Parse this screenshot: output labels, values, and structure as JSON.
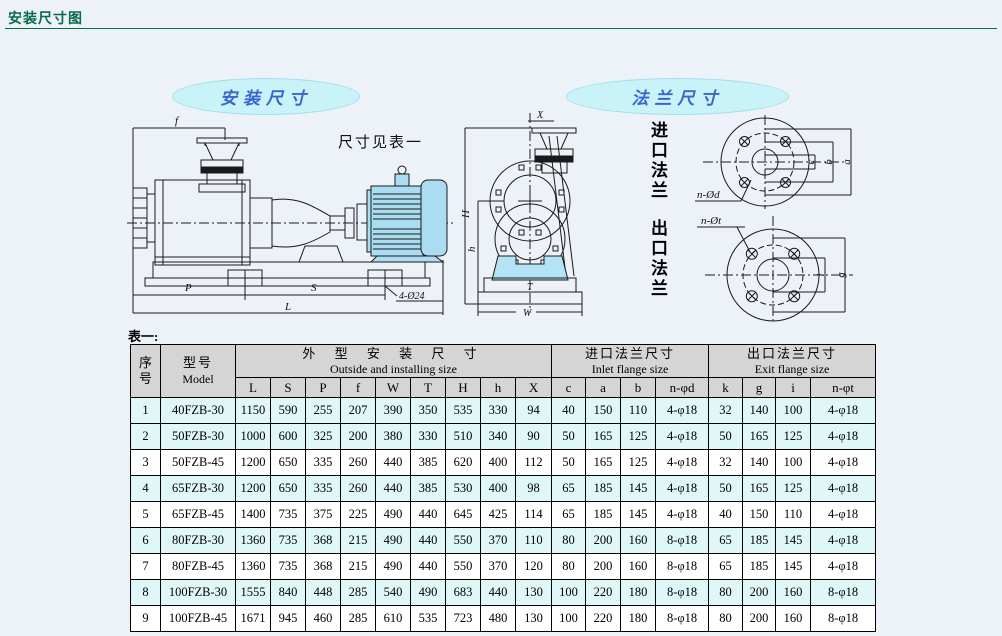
{
  "page": {
    "title": "安装尺寸图"
  },
  "colors": {
    "accent_green": "#0a6b4a",
    "page_bg": "#edf1f8",
    "oval_fill": "#c9f3f9",
    "oval_text_blue": "#3a66cc",
    "row_shade_cyan": "#dff8f7",
    "header_gray": "#d5d5d5",
    "motor_blue": "#aadcf2"
  },
  "ovals": {
    "installation": "安装尺寸",
    "flange": "法兰尺寸"
  },
  "drawings": {
    "note": "尺寸见表一",
    "side_view": {
      "dim_f": "f",
      "dim_P": "P",
      "dim_S": "S",
      "dim_L": "L",
      "bolt_holes": "4-Ø24"
    },
    "front_view": {
      "dim_X": "X",
      "dim_H": "H",
      "dim_h": "h",
      "dim_T": "T",
      "dim_W": "W"
    },
    "inlet_flange_vertical_label": "进口法兰",
    "outlet_flange_vertical_label": "出口法兰",
    "inlet_flange": {
      "bolt_label": "n-Ød",
      "dim_inner": "c",
      "dim_mid": "b",
      "dim_outer": "a"
    },
    "outlet_flange": {
      "bolt_label": "n-Øt",
      "dim_inner": "i",
      "dim_outer": "g"
    }
  },
  "table": {
    "caption": "表一:",
    "header": {
      "no_line1": "序",
      "no_line2": "号",
      "model_zh": "型号",
      "model_en": "Model",
      "outside_zh": "外 型 安 装 尺 寸",
      "outside_en": "Outside and installing size",
      "inlet_zh": "进口法兰尺寸",
      "inlet_en": "Inlet flange size",
      "exit_zh": "出口法兰尺寸",
      "exit_en": "Exit flange size",
      "outside_cols": [
        "L",
        "S",
        "P",
        "f",
        "W",
        "T",
        "H",
        "h",
        "X"
      ],
      "inlet_cols": [
        "c",
        "a",
        "b",
        "n-φd"
      ],
      "exit_cols": [
        "k",
        "g",
        "i",
        "n-φt"
      ]
    },
    "rows": [
      {
        "no": "1",
        "model": "40FZB-30",
        "shade": true,
        "vals": [
          "1150",
          "590",
          "255",
          "207",
          "390",
          "350",
          "535",
          "330",
          "94",
          "40",
          "150",
          "110",
          "4-φ18",
          "32",
          "140",
          "100",
          "4-φ18"
        ]
      },
      {
        "no": "2",
        "model": "50FZB-30",
        "shade": true,
        "vals": [
          "1000",
          "600",
          "325",
          "200",
          "380",
          "330",
          "510",
          "340",
          "90",
          "50",
          "165",
          "125",
          "4-φ18",
          "50",
          "165",
          "125",
          "4-φ18"
        ]
      },
      {
        "no": "3",
        "model": "50FZB-45",
        "shade": false,
        "vals": [
          "1200",
          "650",
          "335",
          "260",
          "440",
          "385",
          "620",
          "400",
          "112",
          "50",
          "165",
          "125",
          "4-φ18",
          "32",
          "140",
          "100",
          "4-φ18"
        ]
      },
      {
        "no": "4",
        "model": "65FZB-30",
        "shade": true,
        "vals": [
          "1200",
          "650",
          "335",
          "260",
          "440",
          "385",
          "530",
          "400",
          "98",
          "65",
          "185",
          "145",
          "4-φ18",
          "50",
          "165",
          "125",
          "4-φ18"
        ]
      },
      {
        "no": "5",
        "model": "65FZB-45",
        "shade": false,
        "vals": [
          "1400",
          "735",
          "375",
          "225",
          "490",
          "440",
          "645",
          "425",
          "114",
          "65",
          "185",
          "145",
          "4-φ18",
          "40",
          "150",
          "110",
          "4-φ18"
        ]
      },
      {
        "no": "6",
        "model": "80FZB-30",
        "shade": true,
        "vals": [
          "1360",
          "735",
          "368",
          "215",
          "490",
          "440",
          "550",
          "370",
          "110",
          "80",
          "200",
          "160",
          "8-φ18",
          "65",
          "185",
          "145",
          "4-φ18"
        ]
      },
      {
        "no": "7",
        "model": "80FZB-45",
        "shade": false,
        "vals": [
          "1360",
          "735",
          "368",
          "215",
          "490",
          "440",
          "550",
          "370",
          "120",
          "80",
          "200",
          "160",
          "8-φ18",
          "65",
          "185",
          "145",
          "4-φ18"
        ]
      },
      {
        "no": "8",
        "model": "100FZB-30",
        "shade": true,
        "vals": [
          "1555",
          "840",
          "448",
          "285",
          "540",
          "490",
          "683",
          "440",
          "130",
          "100",
          "220",
          "180",
          "8-φ18",
          "80",
          "200",
          "160",
          "8-φ18"
        ]
      },
      {
        "no": "9",
        "model": "100FZB-45",
        "shade": false,
        "vals": [
          "1671",
          "945",
          "460",
          "285",
          "610",
          "535",
          "723",
          "480",
          "130",
          "100",
          "220",
          "180",
          "8-φ18",
          "80",
          "200",
          "160",
          "8-φ18"
        ]
      }
    ]
  }
}
